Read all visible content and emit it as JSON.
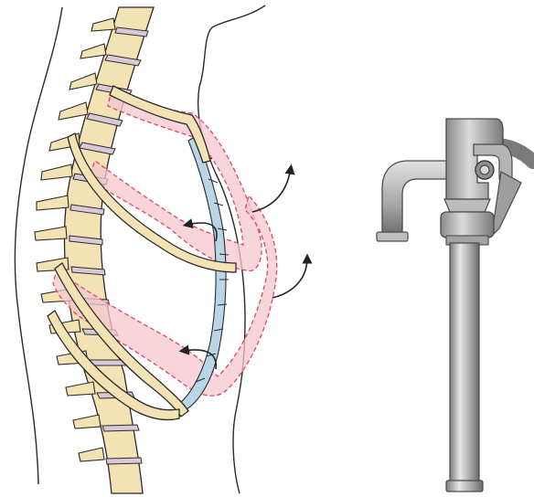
{
  "figure": {
    "panels": [
      {
        "id": "rib-cage",
        "icon": "rib-cage-bucket-handle-illustration"
      },
      {
        "id": "pump",
        "icon": "pump-handle-illustration"
      }
    ],
    "colors": {
      "outline": "#2b2b2b",
      "bone": "#f3e2b3",
      "bone_shade": "#e7cf92",
      "disc": "#d9c9d6",
      "cartilage": "#b9d6e6",
      "motion_fill": "#f6c6cf",
      "motion_dash": "#e0475f",
      "metal_light": "#d2d2d2",
      "metal_mid": "#a9a9a9",
      "metal_dark": "#6e6e6e"
    },
    "arrows": [
      {
        "id": "upper-outward",
        "icon": "curved-arrow-icon"
      },
      {
        "id": "upper-inward",
        "icon": "curved-arrow-icon"
      },
      {
        "id": "lower-outward",
        "icon": "curved-arrow-icon"
      },
      {
        "id": "lower-inward",
        "icon": "curved-arrow-icon"
      }
    ]
  }
}
